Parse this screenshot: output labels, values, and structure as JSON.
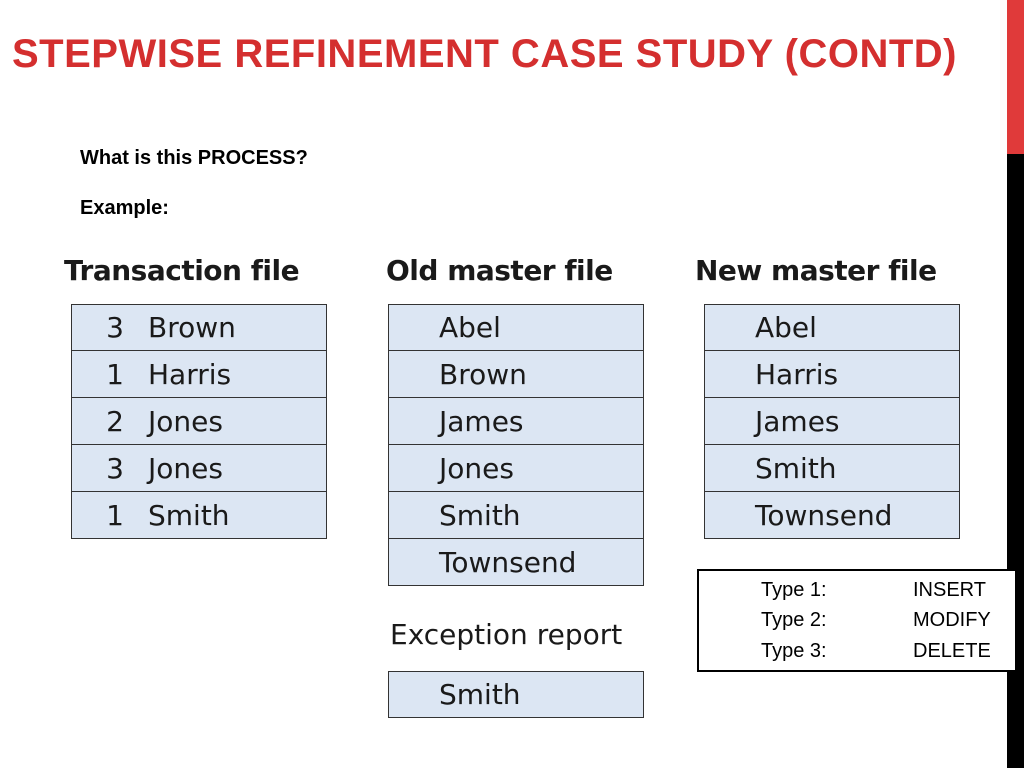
{
  "title": "Stepwise Refinement Case Study (contd)",
  "question": "What is this PROCESS?",
  "example_label": "Example:",
  "transaction": {
    "header": "Transaction file",
    "rows": [
      {
        "code": "3",
        "name": "Brown"
      },
      {
        "code": "1",
        "name": "Harris"
      },
      {
        "code": "2",
        "name": "Jones"
      },
      {
        "code": "3",
        "name": "Jones"
      },
      {
        "code": "1",
        "name": "Smith"
      }
    ]
  },
  "old_master": {
    "header": "Old master file",
    "rows": [
      "Abel",
      "Brown",
      "James",
      "Jones",
      "Smith",
      "Townsend"
    ]
  },
  "new_master": {
    "header": "New master file",
    "rows": [
      "Abel",
      "Harris",
      "James",
      "Smith",
      "Townsend"
    ]
  },
  "exception": {
    "header": "Exception report",
    "rows": [
      "Smith"
    ]
  },
  "legend": [
    {
      "type": "Type 1:",
      "action": "INSERT"
    },
    {
      "type": "Type 2:",
      "action": "MODIFY"
    },
    {
      "type": "Type 3:",
      "action": "DELETE"
    }
  ],
  "colors": {
    "title": "#d42f2f",
    "cell_fill": "#dce6f3",
    "accent_bar": "#e03a3a"
  }
}
